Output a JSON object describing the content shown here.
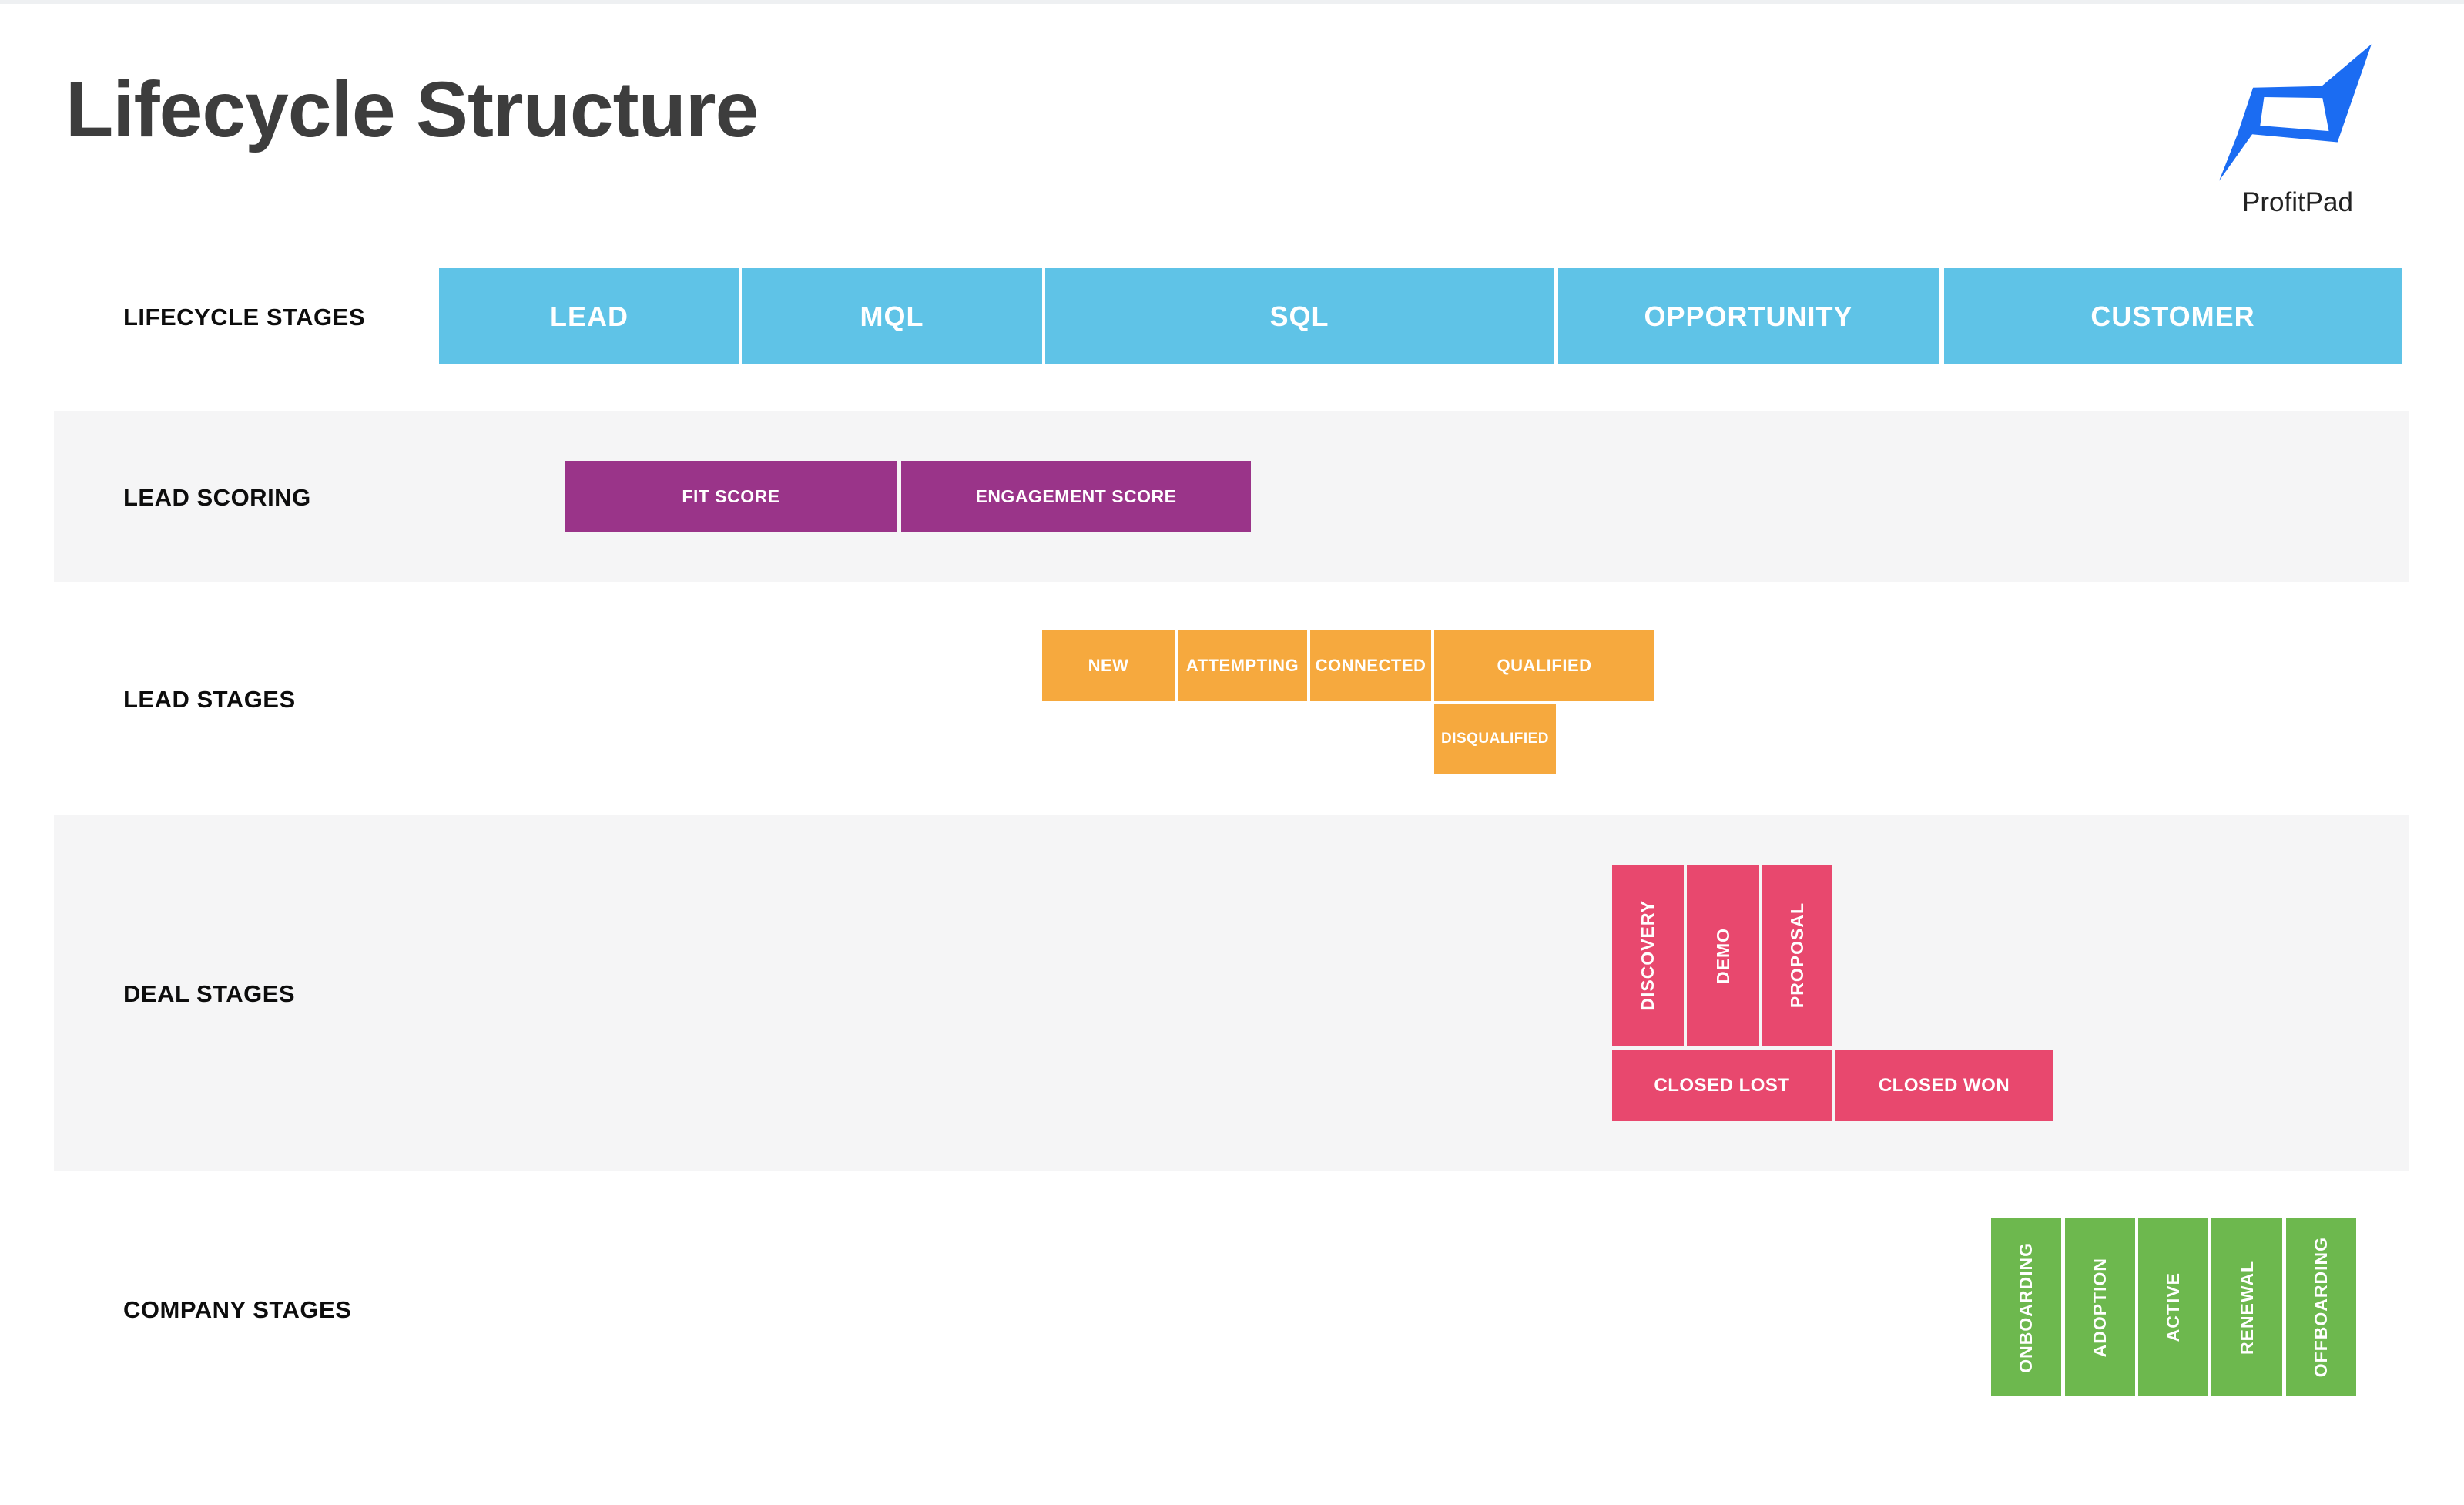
{
  "header": {
    "title": "Lifecycle Structure",
    "brand": "ProfitPad"
  },
  "colors": {
    "lifecycle_blue": "#5fc3e7",
    "scoring_purple": "#9a3489",
    "lead_orange": "#f6a93e",
    "deal_pink": "#e8486e",
    "company_green": "#6db84e",
    "band_gray": "#f5f5f6",
    "logo_blue": "#1b6cf2",
    "title_gray": "#3d3d3d"
  },
  "rows": {
    "lifecycle": {
      "label": "LIFECYCLE STAGES",
      "cells": [
        {
          "label": "LEAD"
        },
        {
          "label": "MQL"
        },
        {
          "label": "SQL"
        },
        {
          "label": "OPPORTUNITY"
        },
        {
          "label": "CUSTOMER"
        }
      ]
    },
    "scoring": {
      "label": "LEAD SCORING",
      "cells": [
        {
          "label": "FIT SCORE"
        },
        {
          "label": "ENGAGEMENT SCORE"
        }
      ]
    },
    "lead": {
      "label": "LEAD STAGES",
      "cells": [
        {
          "label": "NEW"
        },
        {
          "label": "ATTEMPTING"
        },
        {
          "label": "CONNECTED"
        },
        {
          "label": "QUALIFIED"
        },
        {
          "label": "DISQUALIFIED"
        }
      ]
    },
    "deal": {
      "label": "DEAL STAGES",
      "pipeline": [
        {
          "label": "DISCOVERY"
        },
        {
          "label": "DEMO"
        },
        {
          "label": "PROPOSAL"
        }
      ],
      "outcomes": [
        {
          "label": "CLOSED LOST"
        },
        {
          "label": "CLOSED WON"
        }
      ]
    },
    "company": {
      "label": "COMPANY STAGES",
      "cells": [
        {
          "label": "ONBOARDING"
        },
        {
          "label": "ADOPTION"
        },
        {
          "label": "ACTIVE"
        },
        {
          "label": "RENEWAL"
        },
        {
          "label": "OFFBOARDING"
        }
      ]
    }
  }
}
